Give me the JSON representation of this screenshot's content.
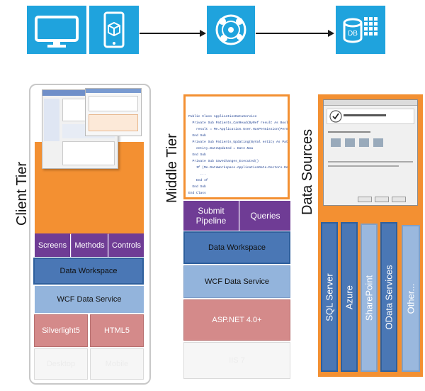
{
  "icons": {
    "monitor": "monitor-icon",
    "tablet": "tablet-icon",
    "service": "web-service-icon",
    "database": "database-icon",
    "db_label": "DB"
  },
  "client": {
    "title": "Client Tier",
    "screens": "Screens",
    "methods": "Methods",
    "controls": "Controls",
    "data_workspace": "Data Workspace",
    "wcf": "WCF Data Service",
    "silverlight": "Silverlight5",
    "html5": "HTML5",
    "desktop": "Desktop",
    "mobile": "Mobile"
  },
  "middle": {
    "title": "Middle Tier",
    "submit_pipeline": "Submit\nPipeline",
    "queries": "Queries",
    "data_workspace": "Data Workspace",
    "wcf": "WCF Data Service",
    "aspnet": "ASP.NET 4.0+",
    "iis": "IIS 7",
    "code_lines": [
      "Public Class ApplicationDataService",
      "  Private Sub Patients_CanRead(ByRef result As Boolean)",
      "    result = Me.Application.User.HasPermission(Permissions",
      "  End Sub",
      "  Private Sub Patients_Updating(ByVal entity As Patient)",
      "    entity.DateUpdated = Date.Now",
      "  End Sub",
      "  Private Sub SaveChanges_Executed()",
      "    If (Me.DataWorkspace.ApplicationData.Doctors.Details.C",
      "      ...",
      "    End If",
      "  End Sub",
      "End Class"
    ]
  },
  "data": {
    "title": "Data Sources",
    "sources": [
      "SQL Server",
      "Azure",
      "SharePoint",
      "OData Services",
      "Other..."
    ]
  },
  "colors": {
    "tile": "#1fa3dd",
    "orange": "#f39032",
    "purple": "#6f3c95",
    "blue": "#4a77b5",
    "light_blue": "#93b4dc",
    "pink": "#d48a8a"
  }
}
